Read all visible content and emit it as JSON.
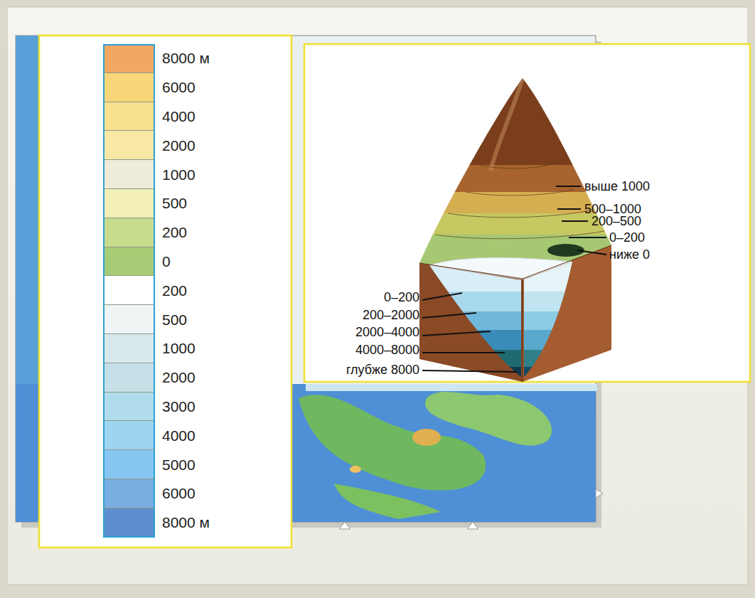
{
  "diagram": {
    "labels": [
      "выше 1000",
      "500–1000",
      "200–500",
      "0–200",
      "ниже 0",
      "0–200",
      "200–2000",
      "2000–4000",
      "4000–8000",
      "глубже 8000"
    ],
    "legend": [
      {
        "text": "8000 м",
        "color": "#f2a862"
      },
      {
        "text": "6000",
        "color": "#f8d67a"
      },
      {
        "text": "4000",
        "color": "#f8e08e"
      },
      {
        "text": "2000",
        "color": "#f8e8a6"
      },
      {
        "text": "1000",
        "color": "#f0ecda"
      },
      {
        "text": "500",
        "color": "#f2f0b6"
      },
      {
        "text": "200",
        "color": "#c8dc8e"
      },
      {
        "text": "0",
        "color": "#a6cc76"
      },
      {
        "text": "200",
        "color": "#ffffff"
      },
      {
        "text": "500",
        "color": "#f0f4f4"
      },
      {
        "text": "1000",
        "color": "#d8e8ec"
      },
      {
        "text": "2000",
        "color": "#c6e0e8"
      },
      {
        "text": "3000",
        "color": "#b0dcec"
      },
      {
        "text": "4000",
        "color": "#9ed4f0"
      },
      {
        "text": "5000",
        "color": "#86c6f0"
      },
      {
        "text": "6000",
        "color": "#78aee0"
      },
      {
        "text": "8000 м",
        "color": "#5f8ed0"
      }
    ]
  }
}
